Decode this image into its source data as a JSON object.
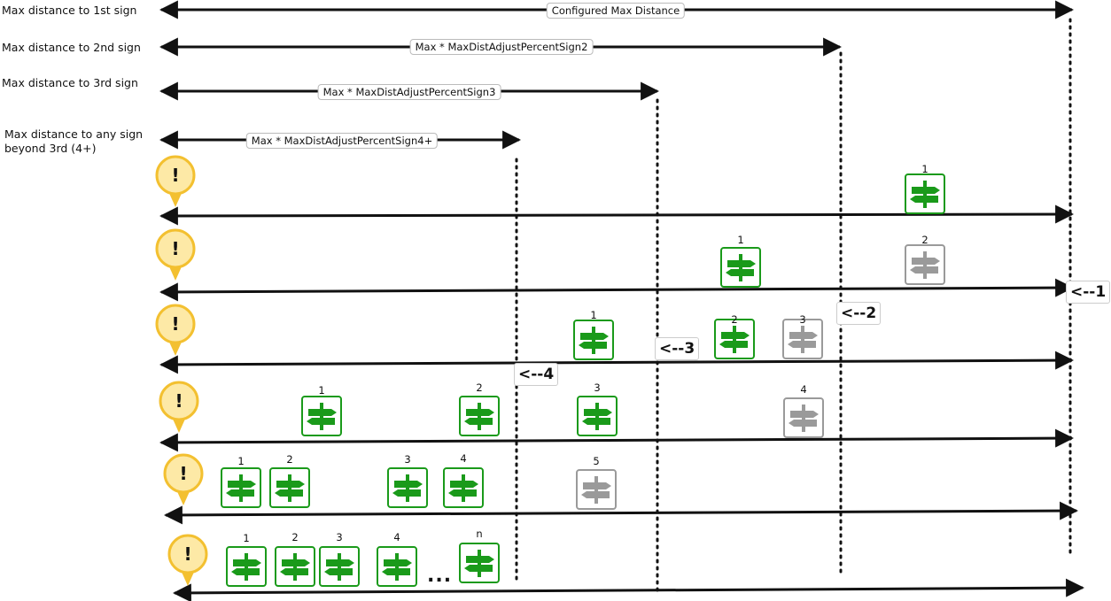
{
  "labels": {
    "first": "Max distance to 1st sign",
    "second": "Max distance to 2nd sign",
    "third": "Max distance to 3rd sign",
    "fourth_line1": "Max distance to any sign",
    "fourth_line2": "beyond 3rd (4+)"
  },
  "ranges": {
    "first": "Configured Max Distance",
    "second": "Max * MaxDistAdjustPercentSign2",
    "third": "Max * MaxDistAdjustPercentSign3",
    "fourth": "Max * MaxDistAdjustPercentSign4+"
  },
  "cutoff_tags": {
    "first": "<--1",
    "second": "<--2",
    "third": "<--3",
    "fourth": "<--4"
  },
  "marker_glyph": "!",
  "ellipsis": "...",
  "colors": {
    "sign_active": "#1a9a1a",
    "sign_inactive": "#9a9a9a",
    "marker_fill": "#fde9a6",
    "marker_stroke": "#f3c030",
    "line": "#111111"
  },
  "icons": {
    "marker": "warning-marker-icon",
    "sign": "signpost-icon"
  },
  "rows": [
    {
      "signs": [
        {
          "label": "1",
          "active": true
        }
      ]
    },
    {
      "signs": [
        {
          "label": "1",
          "active": true
        },
        {
          "label": "2",
          "active": false
        }
      ]
    },
    {
      "signs": [
        {
          "label": "1",
          "active": true
        },
        {
          "label": "2",
          "active": true
        },
        {
          "label": "3",
          "active": false
        }
      ]
    },
    {
      "signs": [
        {
          "label": "1",
          "active": true
        },
        {
          "label": "2",
          "active": true
        },
        {
          "label": "3",
          "active": true
        },
        {
          "label": "4",
          "active": false
        }
      ]
    },
    {
      "signs": [
        {
          "label": "1",
          "active": true
        },
        {
          "label": "2",
          "active": true
        },
        {
          "label": "3",
          "active": true
        },
        {
          "label": "4",
          "active": true
        },
        {
          "label": "5",
          "active": false
        }
      ]
    },
    {
      "signs": [
        {
          "label": "1",
          "active": true
        },
        {
          "label": "2",
          "active": true
        },
        {
          "label": "3",
          "active": true
        },
        {
          "label": "4",
          "active": true
        },
        {
          "label": "n",
          "active": true
        }
      ]
    }
  ]
}
